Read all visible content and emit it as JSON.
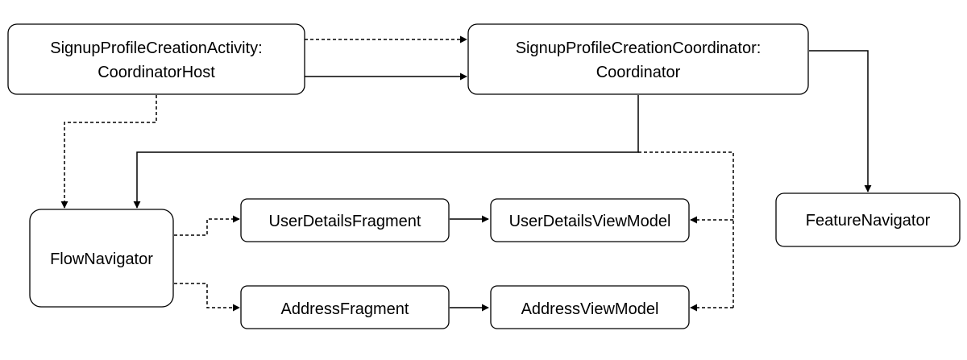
{
  "nodes": {
    "activity": {
      "lines": [
        "SignupProfileCreationActivity:",
        "CoordinatorHost"
      ]
    },
    "coordinator": {
      "lines": [
        "SignupProfileCreationCoordinator:",
        "Coordinator"
      ]
    },
    "flow_navigator": {
      "lines": [
        "FlowNavigator"
      ]
    },
    "user_details_fragment": {
      "lines": [
        "UserDetailsFragment"
      ]
    },
    "user_details_view_model": {
      "lines": [
        "UserDetailsViewModel"
      ]
    },
    "address_fragment": {
      "lines": [
        "AddressFragment"
      ]
    },
    "address_view_model": {
      "lines": [
        "AddressViewModel"
      ]
    },
    "feature_navigator": {
      "lines": [
        "FeatureNavigator"
      ]
    }
  },
  "edges": [
    {
      "from": "activity",
      "to": "coordinator",
      "style": "dashed"
    },
    {
      "from": "activity",
      "to": "coordinator",
      "style": "solid"
    },
    {
      "from": "activity",
      "to": "flow_navigator",
      "style": "dashed"
    },
    {
      "from": "coordinator",
      "to": "flow_navigator",
      "style": "solid"
    },
    {
      "from": "coordinator",
      "to": "feature_navigator",
      "style": "solid"
    },
    {
      "from": "coordinator",
      "to": "user_details_view_model",
      "style": "dashed"
    },
    {
      "from": "coordinator",
      "to": "address_view_model",
      "style": "dashed"
    },
    {
      "from": "flow_navigator",
      "to": "user_details_fragment",
      "style": "dashed"
    },
    {
      "from": "flow_navigator",
      "to": "address_fragment",
      "style": "dashed"
    },
    {
      "from": "user_details_fragment",
      "to": "user_details_view_model",
      "style": "solid"
    },
    {
      "from": "address_fragment",
      "to": "address_view_model",
      "style": "solid"
    }
  ]
}
